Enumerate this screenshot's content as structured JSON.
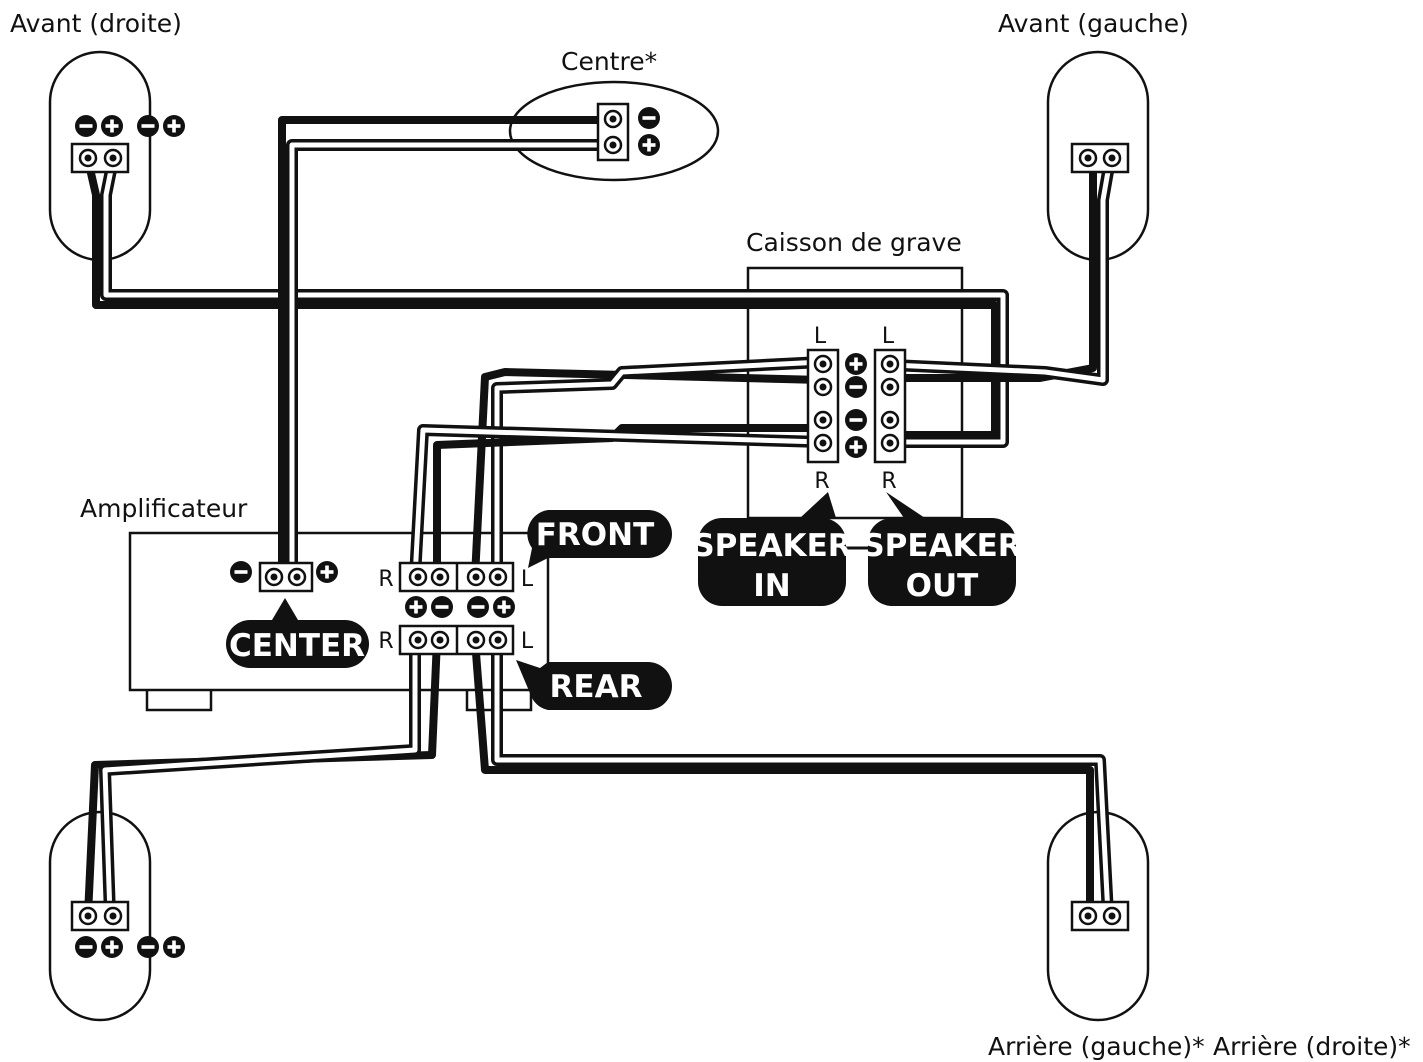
{
  "labels": {
    "front_right": "Avant (droite)",
    "front_left": "Avant (gauche)",
    "center": "Centre*",
    "subwoofer": "Caisson de grave",
    "amplifier": "Amplificateur",
    "rear_left": "Arrière (gauche)*",
    "rear_right": "Arrière (droite)*"
  },
  "tags": {
    "front": "FRONT",
    "rear": "REAR",
    "center": "CENTER",
    "speaker_in_1": "SPEAKER",
    "speaker_in_2": "IN",
    "speaker_out_1": "SPEAKER",
    "speaker_out_2": "OUT"
  },
  "terminals": {
    "R": "R",
    "L": "L",
    "plus": "+",
    "minus": "−"
  },
  "colors": {
    "line": "#111111",
    "wire_dark": "#111111",
    "wire_light": "#ffffff",
    "tag_bg": "#111111"
  }
}
